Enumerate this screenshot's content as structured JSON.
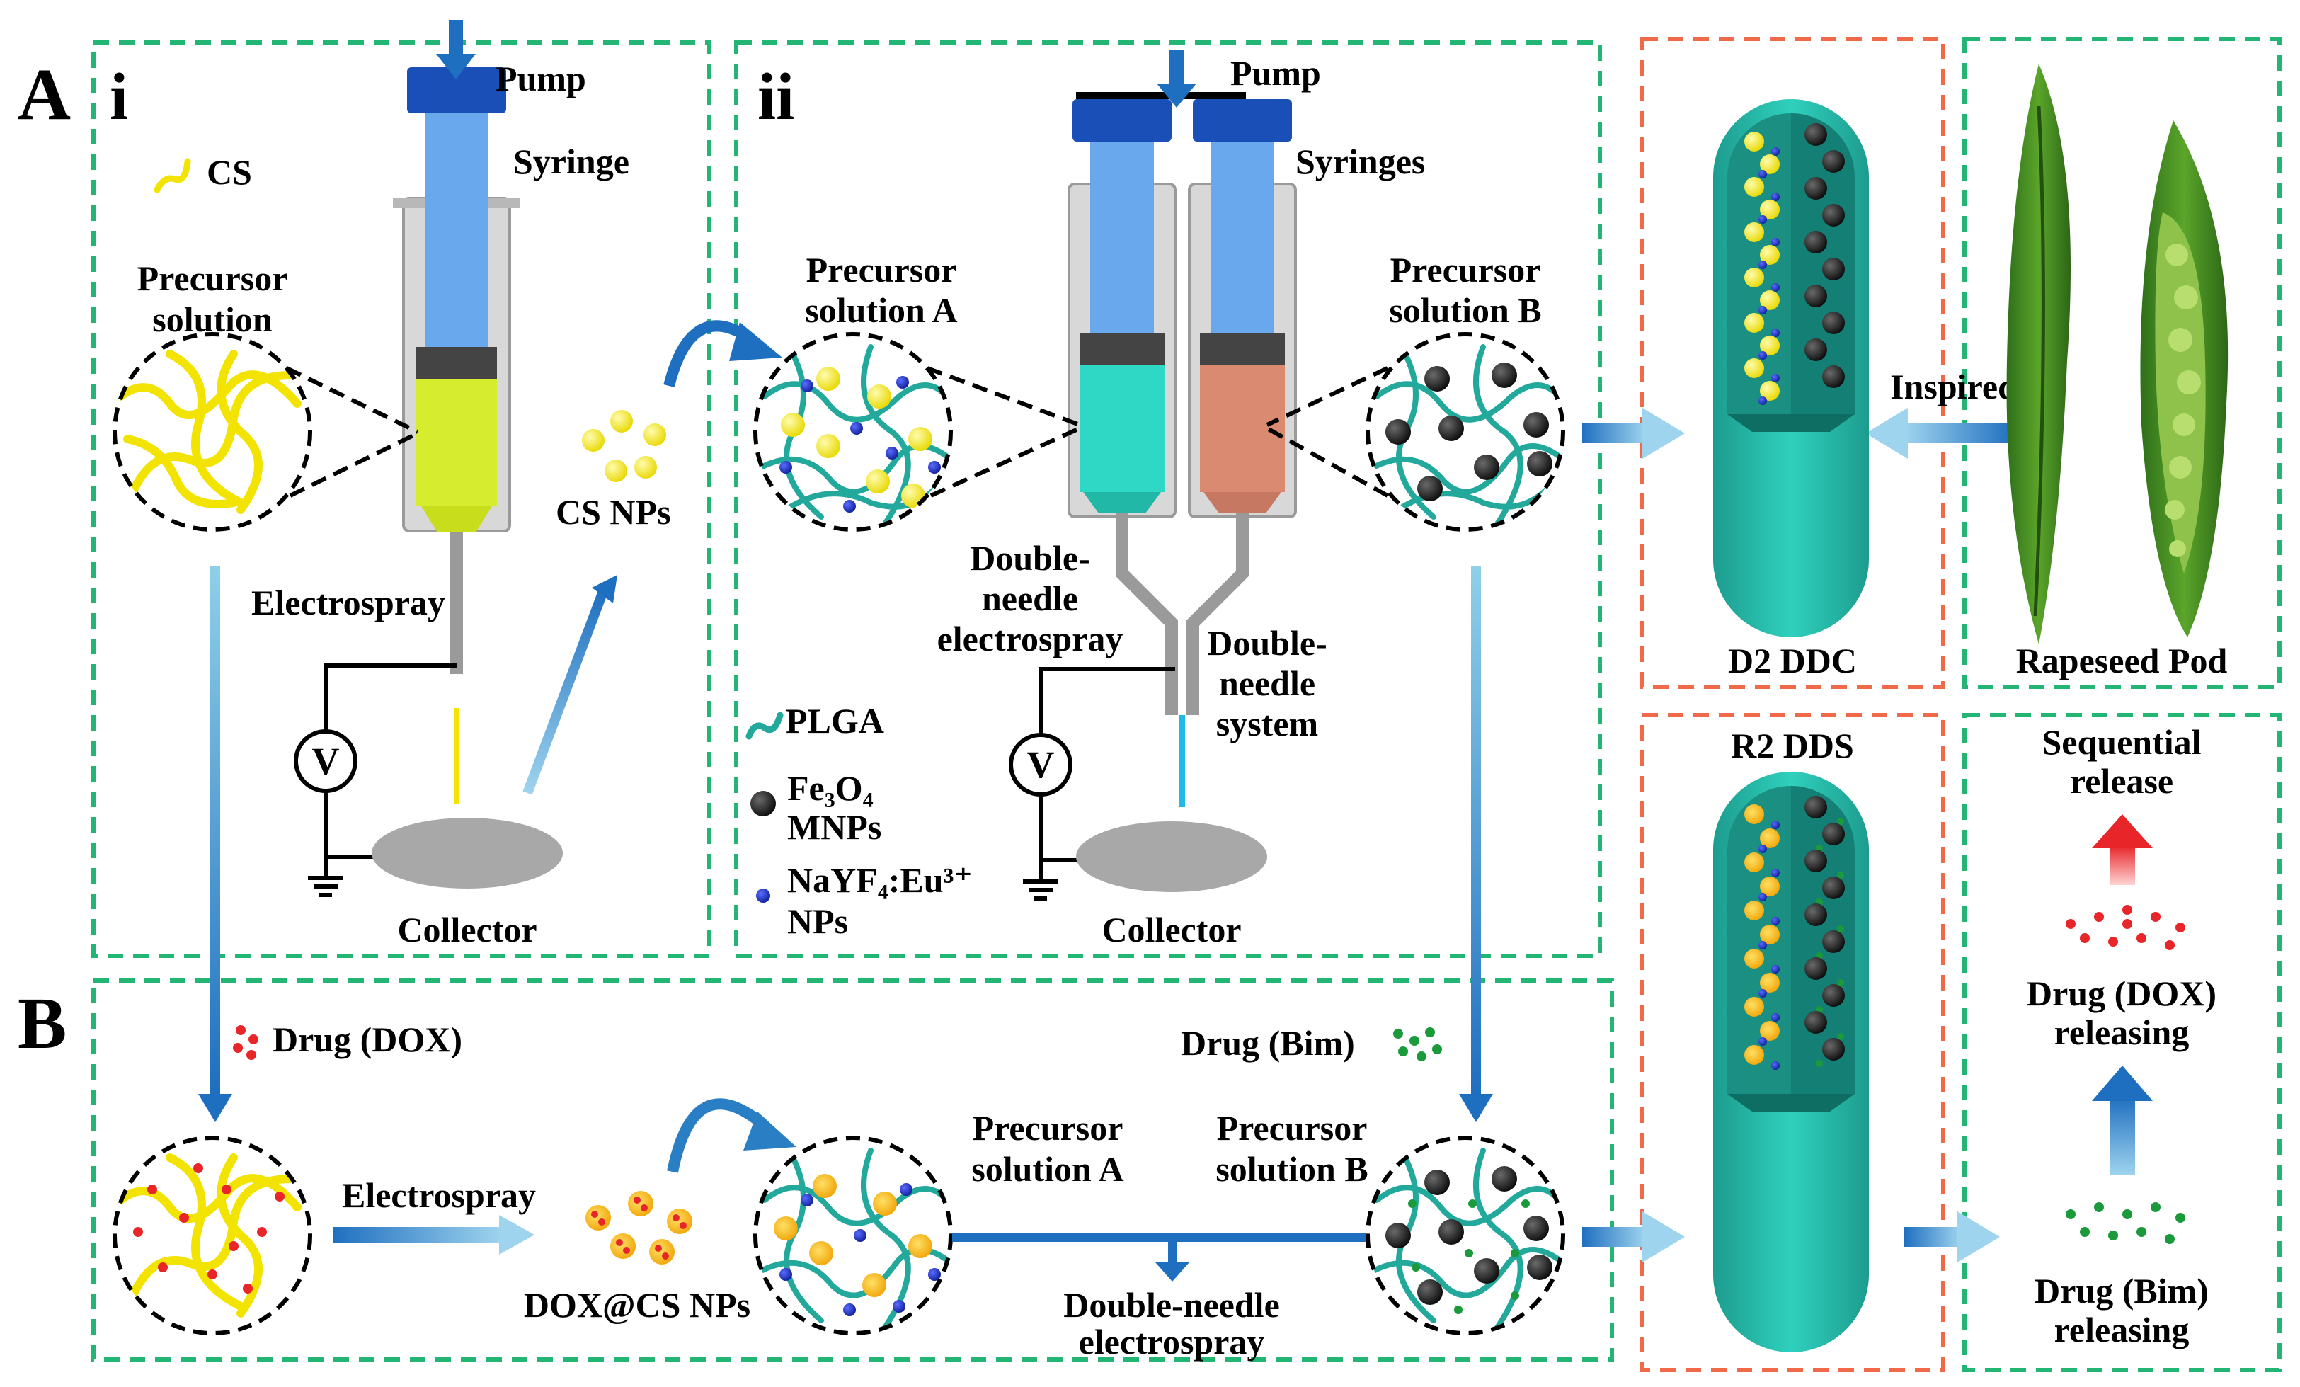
{
  "panels": {
    "A": "A",
    "B": "B",
    "i": "i",
    "ii": "ii"
  },
  "panel_i": {
    "pump": "Pump",
    "syringe": "Syringe",
    "cs_legend": "CS",
    "precursor": [
      "Precursor",
      "solution"
    ],
    "electrospray": "Electrospray",
    "cs_nps": "CS NPs",
    "collector": "Collector",
    "voltmeter": "V"
  },
  "panel_ii": {
    "pump": "Pump",
    "syringes": "Syringes",
    "precursor_a": [
      "Precursor",
      "solution A"
    ],
    "precursor_b": [
      "Precursor",
      "solution B"
    ],
    "double_needle_electrospray": [
      "Double-",
      "needle",
      "electrospray"
    ],
    "double_needle_system": [
      "Double-",
      "needle",
      "system"
    ],
    "collector": "Collector",
    "voltmeter": "V",
    "legend_plga": "PLGA",
    "legend_fe3o4": [
      "Fe₃O₄",
      "MNPs"
    ],
    "legend_nayf4": [
      "NaYF₄:Eu³⁺",
      "NPs"
    ]
  },
  "ddc": {
    "d2": "D2 DDC",
    "inspired": "Inspired",
    "rapeseed": "Rapeseed Pod"
  },
  "panel_b": {
    "drug_dox": "Drug (DOX)",
    "drug_bim": "Drug (Bim)",
    "electrospray": "Electrospray",
    "dox_cs_nps": "DOX@CS NPs",
    "precursor_a": [
      "Precursor",
      "solution A"
    ],
    "precursor_b": [
      "Precursor",
      "solution B"
    ],
    "double_needle_electrospray": [
      "Double-needle",
      "electrospray"
    ]
  },
  "dds": {
    "r2": "R2 DDS",
    "sequential": [
      "Sequential",
      "release"
    ],
    "dox_releasing": [
      "Drug (DOX)",
      "releasing"
    ],
    "bim_releasing": [
      "Drug (Bim)",
      "releasing"
    ]
  },
  "colors": {
    "green_dash": "#22b573",
    "orange_dash": "#f06a4a",
    "teal": "#22a99c",
    "yellow": "#f2e400",
    "blue_arrow": "#2a7fc4",
    "red_arrow": "#e8262a"
  }
}
